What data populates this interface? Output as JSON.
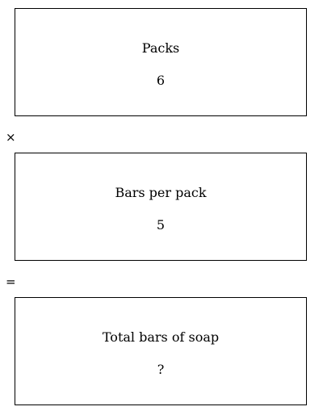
{
  "boxes": [
    {
      "label": "Packs",
      "value": "6"
    },
    {
      "label": "Bars per pack",
      "value": "5"
    },
    {
      "label": "Total bars of soap",
      "value": "?"
    }
  ],
  "operators": [
    "×",
    "="
  ]
}
